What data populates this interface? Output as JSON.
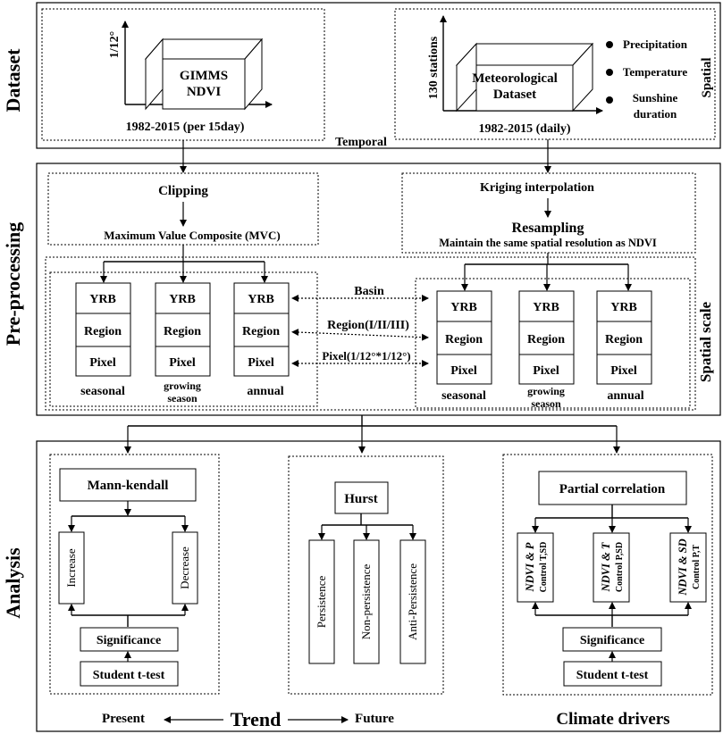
{
  "sections": {
    "dataset": "Dataset",
    "preprocessing": "Pre-processing",
    "analysis": "Analysis"
  },
  "dataset": {
    "gimms": {
      "resolution": "1/12°",
      "name_line1": "GIMMS",
      "name_line2": "NDVI",
      "period": "1982-2015 (per 15day)"
    },
    "met": {
      "stations": "130 stations",
      "name_line1": "Meteorological",
      "name_line2": "Dataset",
      "period": "1982-2015 (daily)",
      "variables": [
        "Precipitation",
        "Temperature",
        "Sunshine",
        "duration"
      ]
    },
    "temporal_label": "Temporal",
    "spatial_label": "Spatial"
  },
  "preprocessing": {
    "clipping": "Clipping",
    "mvc": "Maximum Value Composite  (MVC)",
    "kriging": "Kriging interpolation",
    "resampling": "Resampling",
    "resampling_note": "Maintain the same spatial resolution as NDVI",
    "spatial_scale_label": "Spatial scale",
    "cell_labels": [
      "YRB",
      "Region",
      "Pixel"
    ],
    "period_labels": [
      "seasonal",
      "growing",
      "season",
      "annual"
    ],
    "links": [
      "Basin",
      "Region(I/II/III)",
      "Pixel(1/12°*1/12°)"
    ]
  },
  "analysis": {
    "trend": {
      "method": "Mann-kendall",
      "increase": "Increase",
      "decrease": "Decrease",
      "significance": "Significance",
      "test": "Student t-test"
    },
    "hurst": {
      "title": "Hurst",
      "items": [
        "Persistence",
        "Non-persistence",
        "Anti-Persistence"
      ]
    },
    "climate": {
      "title": "Partial correlation",
      "items": [
        {
          "pair": "NDVI & P",
          "control": "Control T,SD"
        },
        {
          "pair": "NDVI & T",
          "control": "Control P,SD"
        },
        {
          "pair": "NDVI & SD",
          "control": "Control P,T"
        }
      ],
      "significance": "Significance",
      "test": "Student t-test"
    },
    "footer": {
      "present": "Present",
      "trend": "Trend",
      "future": "Future",
      "climate_drivers": "Climate drivers"
    }
  }
}
